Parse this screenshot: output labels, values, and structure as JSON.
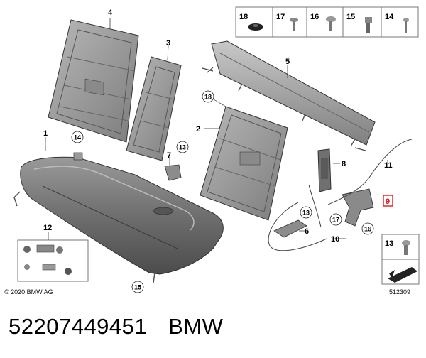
{
  "diagram": {
    "copyright": "© 2020 BMW AG",
    "drawing_id": "512309",
    "callouts": {
      "c1": "1",
      "c2": "2",
      "c3": "3",
      "c4": "4",
      "c5": "5",
      "c6": "6",
      "c7": "7",
      "c8": "8",
      "c9": "9",
      "c10": "10",
      "c11": "11",
      "c12": "12"
    },
    "circled": {
      "k13a": "13",
      "k13b": "13",
      "k14": "14",
      "k15": "15",
      "k16": "16",
      "k17": "17",
      "k18": "18"
    },
    "legend": {
      "l18": "18",
      "l17": "17",
      "l16": "16",
      "l15": "15",
      "l14": "14",
      "l13": "13"
    },
    "highlight_color": "#e01b1b"
  },
  "caption": {
    "part_number": "52207449451",
    "brand": "BMW"
  }
}
